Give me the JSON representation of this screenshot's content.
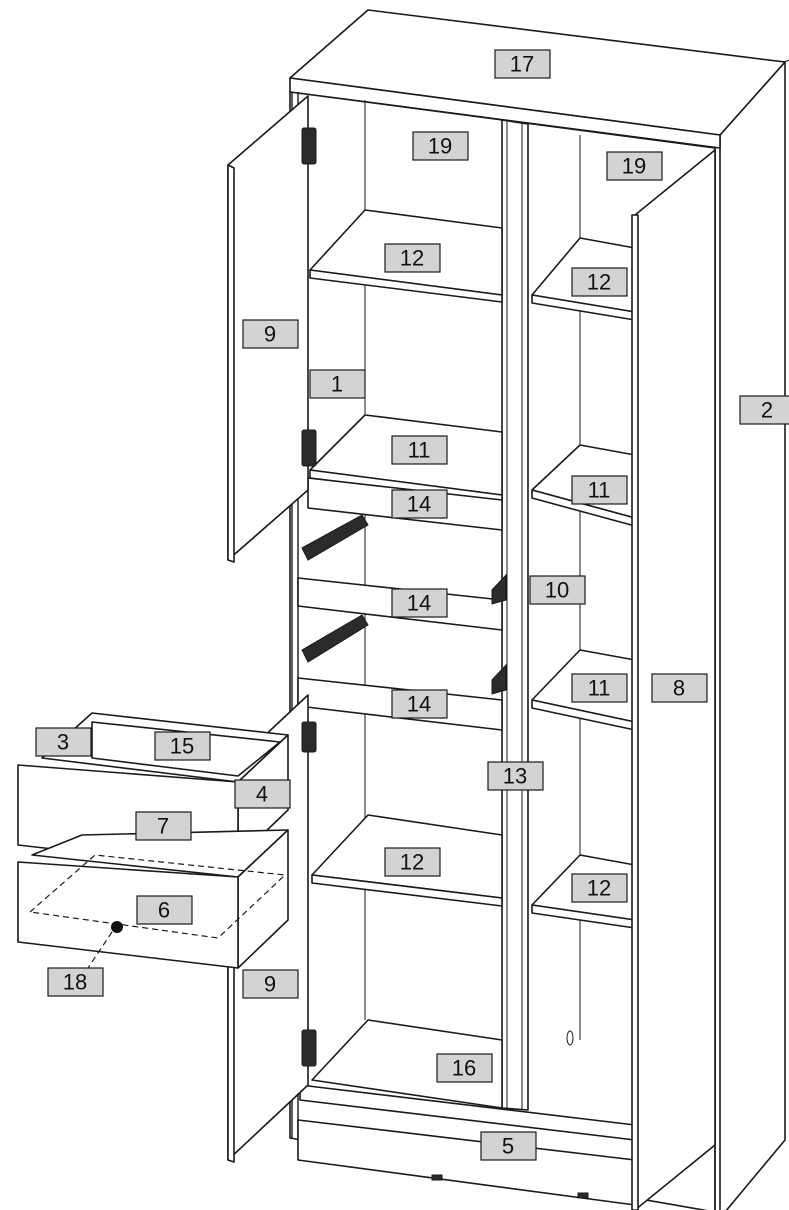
{
  "part_labels": [
    "17",
    "19",
    "19",
    "12",
    "12",
    "9",
    "1",
    "2",
    "11",
    "11",
    "14",
    "10",
    "14",
    "11",
    "8",
    "14",
    "3",
    "15",
    "4",
    "13",
    "7",
    "12",
    "12",
    "6",
    "18",
    "9",
    "16",
    "5"
  ]
}
